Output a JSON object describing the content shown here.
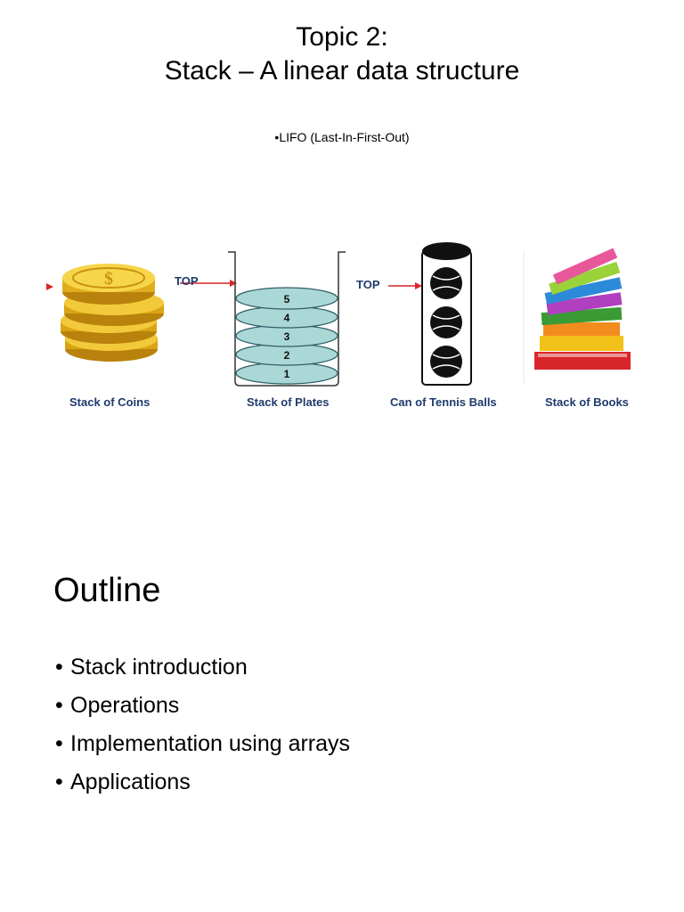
{
  "slide1": {
    "title_line1": "Topic 2:",
    "title_line2": "Stack – A linear data structure",
    "bullet": "•LIFO (Last-In-First-Out)",
    "illustration": {
      "top_label_plates": "TOP",
      "top_label_balls": "TOP",
      "plate_numbers": [
        "5",
        "4",
        "3",
        "2",
        "1"
      ],
      "captions": {
        "coins": "Stack of Coins",
        "plates": "Stack of Plates",
        "balls": "Can of Tennis Balls",
        "books": "Stack of Books"
      },
      "colors": {
        "caption": "#1f3a6d",
        "arrow": "#d9252a",
        "plate_fill": "#a9d8d6",
        "coin_gold": "#d9a514"
      }
    }
  },
  "slide2": {
    "title": "Outline",
    "bullets": [
      "Stack introduction",
      "Operations",
      "Implementation using arrays",
      "Applications"
    ]
  }
}
